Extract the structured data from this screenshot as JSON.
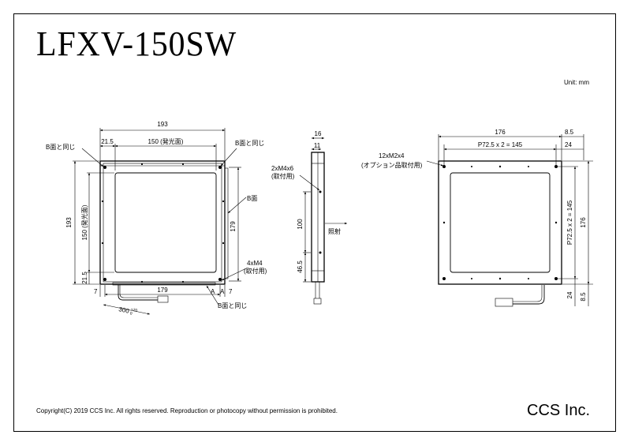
{
  "title": "LFXV-150SW",
  "unit": "Unit: mm",
  "copyright": "Copyright(C) 2019 CCS Inc. All rights reserved. Reproduction or photocopy without permission is prohibited.",
  "company": "CCS Inc.",
  "front_view": {
    "dim_top": "193",
    "dim_left_offset": "21.5",
    "dim_emit_width": "150 (発光面)",
    "label_b_same_left": "B面と同じ",
    "label_b_same_right": "B面と同じ",
    "label_b_face": "B面",
    "dim_height": "193",
    "dim_emit_height": "150 (発光面)",
    "dim_bottom_offset": "21.5",
    "dim_right": "179",
    "dim_bottom": "179",
    "dim_left_7": "7",
    "dim_right_7": "7",
    "label_a_left": "A",
    "label_a_right": "A",
    "label_mount_holes": "4xM4",
    "label_mount_use": "(取付用)",
    "label_b_same_bottom": "B面と同じ",
    "cable_length": "300",
    "cable_tol_plus": "+20",
    "cable_tol_minus": "0"
  },
  "side_view": {
    "dim_16": "16",
    "dim_11": "11",
    "label_holes": "2xM4x6",
    "label_holes_use": "(取付用)",
    "dim_100": "100",
    "dim_46_5": "46.5",
    "label_irradiation": "照射"
  },
  "rear_view": {
    "dim_176_top": "176",
    "dim_8_5_top": "8.5",
    "dim_pitch_h": "P72.5 x 2 = 145",
    "dim_24_top": "24",
    "label_holes": "12xM2x4",
    "label_holes_use": "(オプション品取付用)",
    "dim_pitch_v": "P72.5 x 2 = 145",
    "dim_176_right": "176",
    "dim_24_bottom": "24",
    "dim_8_5_bottom": "8.5"
  }
}
